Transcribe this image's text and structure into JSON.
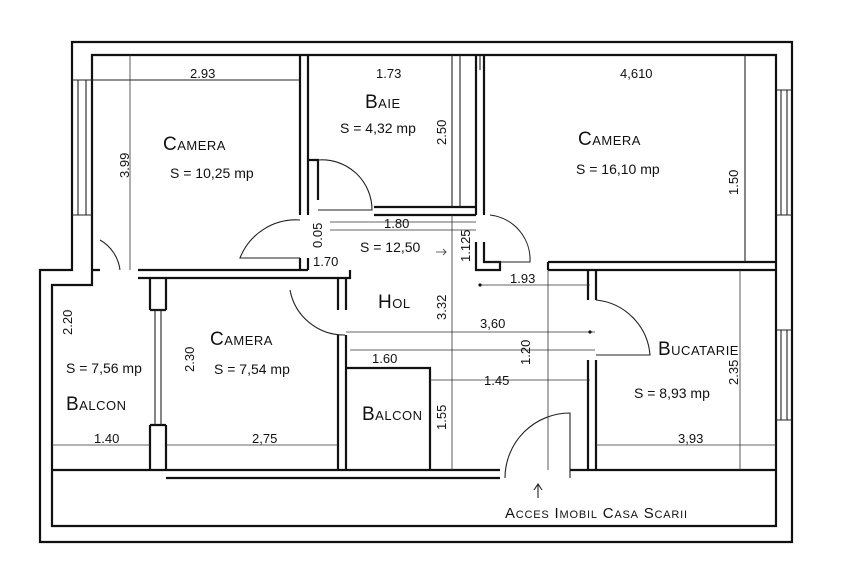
{
  "rooms": {
    "camera1": {
      "name": "Camera",
      "area": "S = 10,25 mp",
      "width": "2.93",
      "height": "3.99"
    },
    "baie": {
      "name": "Baie",
      "area": "S = 4,32 mp",
      "width": "1.73",
      "height": "2.50"
    },
    "camera2": {
      "name": "Camera",
      "area": "S = 16,10 mp",
      "width": "4,610",
      "height": "1.50"
    },
    "hol": {
      "name": "Hol",
      "area": "S = 12,50",
      "d1": "1.80",
      "d2": "0.05",
      "d3": "1.70",
      "d4": "1.125",
      "d5": "3.32",
      "d6": "3,60",
      "d7": "1.60",
      "d8": "1.20",
      "d9": "1.45",
      "d10": "1.55"
    },
    "camera3": {
      "name": "Camera",
      "area": "S = 7,54 mp",
      "width": "2,75",
      "height": "2.30"
    },
    "balcon1": {
      "name": "Balcon",
      "area": "S = 7,56 mp",
      "width": "1.40",
      "height": "2.20"
    },
    "balcon2": {
      "name": "Balcon"
    },
    "bucatarie": {
      "name": "Bucatarie",
      "area": "S = 8,93 mp",
      "width": "3,93",
      "height": "2.35",
      "top": "1.93"
    }
  },
  "entrance": {
    "label": "Acces Imobil Casa Scarii"
  }
}
